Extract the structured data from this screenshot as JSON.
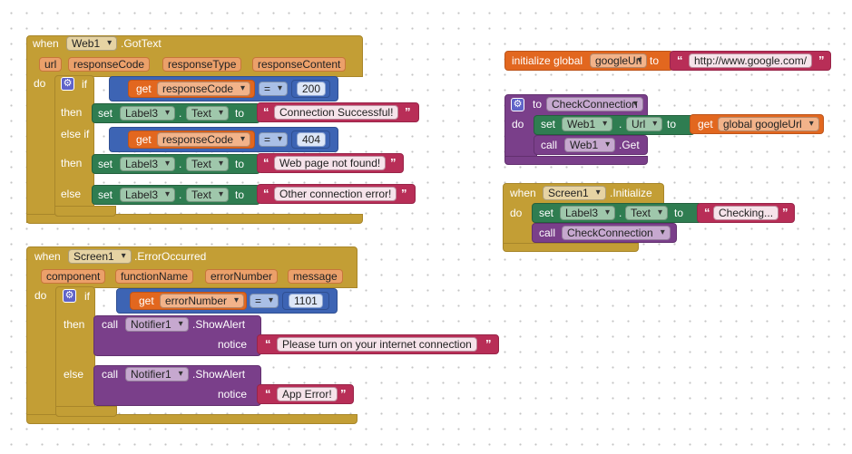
{
  "kw": {
    "when": "when",
    "do": "do",
    "if": "if",
    "then": "then",
    "elseif": "else if",
    "else": "else",
    "set": "set",
    "to": "to",
    "get": "get",
    "call": "call",
    "init": "initialize global",
    "notice": "notice",
    "dot": ".",
    "q": "“",
    "qe": "”"
  },
  "ops": {
    "eq": "="
  },
  "b1": {
    "component": "Web1",
    "event": ".GotText",
    "params": [
      "url",
      "responseCode",
      "responseType",
      "responseContent"
    ],
    "cond1": "responseCode",
    "val1": "200",
    "label": "Label3",
    "prop": "Text",
    "str1": "Connection Successful!",
    "cond2": "responseCode",
    "val2": "404",
    "str2": "Web page not found!",
    "str3": "Other connection error!"
  },
  "b2": {
    "component": "Screen1",
    "event": ".ErrorOccurred",
    "params": [
      "component",
      "functionName",
      "errorNumber",
      "message"
    ],
    "cond": "errorNumber",
    "val": "1101",
    "notifier": "Notifier1",
    "method": ".ShowAlert",
    "str1": "Please turn on your internet connection",
    "str2": "App Error!"
  },
  "b3": {
    "var": "googleUrl",
    "value": "http://www.google.com/"
  },
  "b4": {
    "proc": "CheckConnection",
    "component": "Web1",
    "prop": "Url",
    "getvar": "global googleUrl",
    "method": ".Get"
  },
  "b5": {
    "component": "Screen1",
    "event": ".Initialize",
    "label": "Label3",
    "prop": "Text",
    "str": "Checking...",
    "proc": "CheckConnection"
  }
}
